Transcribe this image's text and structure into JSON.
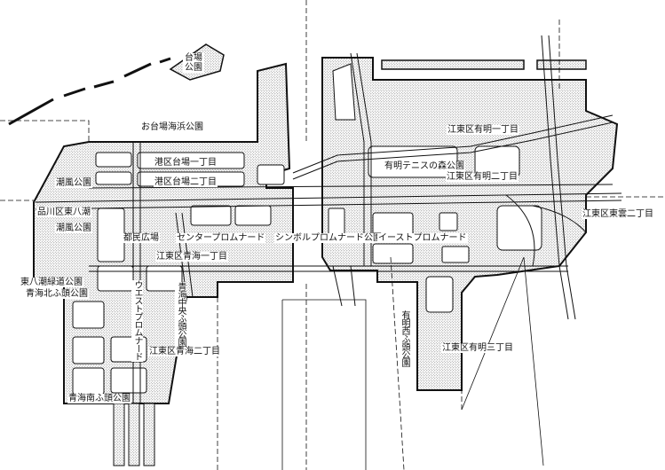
{
  "map": {
    "labels": {
      "daiba_park": "台場公園",
      "odaiba_beach_park": "お台場海浜公園",
      "minato_daiba_1": "港区台場一丁目",
      "minato_daiba_2": "港区台場二丁目",
      "shiome_park": "潮風公園",
      "shinagawa_higashiyashio": "品川区東八潮",
      "shiokaze_park": "潮風公園",
      "civic_plaza": "都民広場",
      "center_promenade": "センタープロムナード",
      "symbol_promenade_park": "シンボルプロムナード公園",
      "east_promenade": "イーストプロムナード",
      "koto_aomi_1": "江東区青海一丁目",
      "koto_ariake_1": "江東区有明一丁目",
      "ariake_tennis": "有明テニスの森公園",
      "koto_ariake_2": "江東区有明二丁目",
      "koto_shinonome_2": "江東区東雲二丁目",
      "higashiyashio_green": "東八潮緑道公園",
      "aomi_north_park": "青海北ふ頭公園",
      "west_promenade": "ウエストプロムナード",
      "aomi_central": "青海中央ふ頭公園",
      "koto_aomi_2": "江東区青海二丁目",
      "koto_ariake_3": "江東区有明三丁目",
      "ariake_nishi_park": "有明西ふ頭公園",
      "aomi_south_park": "青海南ふ頭公園"
    },
    "colors": {
      "stipple": "#c9c9c9",
      "line": "#111111",
      "background": "#ffffff"
    }
  }
}
